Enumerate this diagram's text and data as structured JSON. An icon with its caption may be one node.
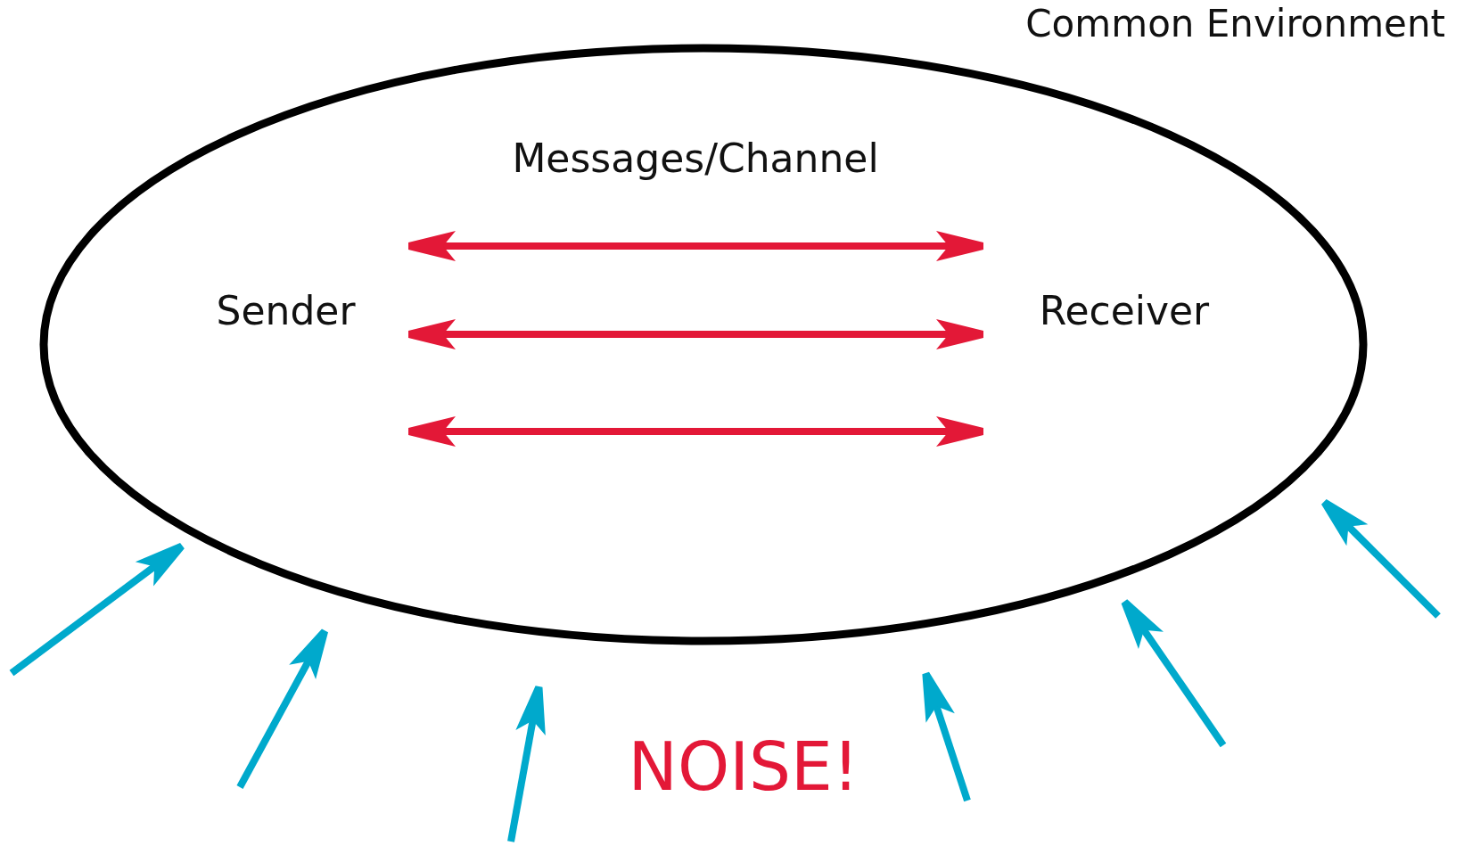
{
  "diagram": {
    "nodes": [
      {
        "text": [
          "Common Environment"
        ]
      },
      {
        "text": [
          "Sender"
        ],
        "in": 0
      },
      {
        "text": [
          "Receiver"
        ],
        "in": 0
      }
    ],
    "edges": [
      {
        "from": 1,
        "to": 2,
        "arrow": "both",
        "color": "#e31837"
      },
      {
        "from": 1,
        "to": 2,
        "arrow": "both",
        "color": "#e31837"
      },
      {
        "from": 1,
        "to": 2,
        "arrow": "both",
        "color": "#e31837"
      },
      {
        "from": null,
        "to": 0,
        "arrow": "to"
      },
      {
        "from": null,
        "to": 0,
        "arrow": "to"
      },
      {
        "from": null,
        "to": 0,
        "arrow": "to"
      },
      {
        "from": null,
        "to": 0,
        "arrow": "to"
      },
      {
        "from": null,
        "to": 0,
        "arrow": "to"
      },
      {
        "from": null,
        "to": 0,
        "arrow": "to"
      }
    ],
    "labels": [
      "Messages/Channel",
      "NOISE!"
    ]
  }
}
